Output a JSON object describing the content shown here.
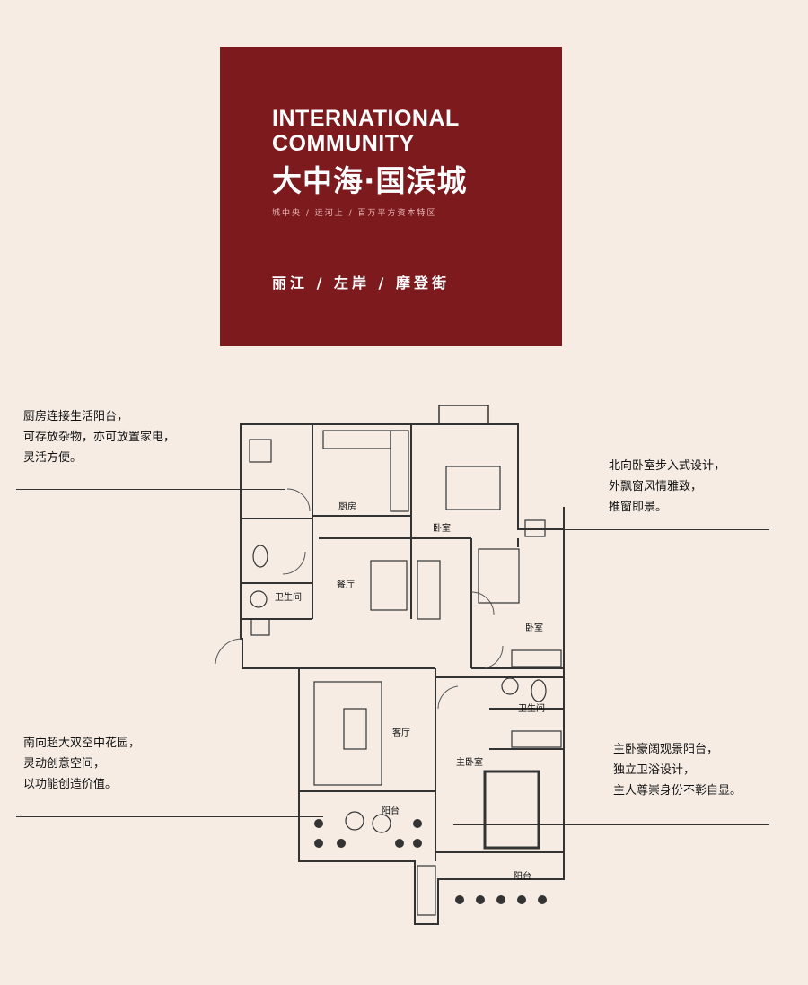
{
  "brand": {
    "en_line1": "INTERNATIONAL",
    "en_line2": "COMMUNITY",
    "cn_title": "大中海·国滨城",
    "subtitle": "城中央 / 运河上 / 百万平方资本特区",
    "slogan": "丽江 / 左岸 / 摩登街",
    "color": "#7c1a1e"
  },
  "notes": {
    "kitchen_balcony": [
      "厨房连接生活阳台，",
      "可存放杂物，亦可放置家电，",
      "灵活方便。"
    ],
    "north_bedroom": [
      "北向卧室步入式设计，",
      "外飘窗风情雅致，",
      "推窗即景。"
    ],
    "south_garden": [
      "南向超大双空中花园，",
      "灵动创意空间，",
      "以功能创造价值。"
    ],
    "master_balcony": [
      "主卧豪阔观景阳台，",
      "独立卫浴设计，",
      "主人尊崇身份不彰自显。"
    ]
  },
  "rooms": {
    "kitchen": "厨房",
    "dining": "餐厅",
    "bedroom_north": "卧室",
    "bedroom_east": "卧室",
    "bathroom_west": "卫生间",
    "bathroom_east": "卫生间",
    "living": "客厅",
    "master_bedroom": "主卧室",
    "balcony_south": "阳台",
    "balcony_master": "阳台"
  }
}
